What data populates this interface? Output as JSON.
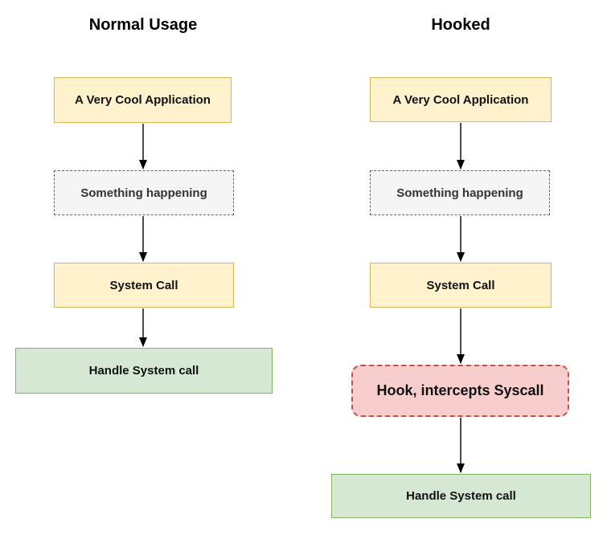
{
  "diagram": {
    "type": "flowchart-comparison",
    "background": "#ffffff",
    "columns": [
      {
        "title": "Normal Usage",
        "nodes": [
          {
            "label": "A Very Cool Application",
            "type": "process"
          },
          {
            "label": "Something happening",
            "type": "dashed"
          },
          {
            "label": "System Call",
            "type": "process"
          },
          {
            "label": "Handle System call",
            "type": "terminal"
          }
        ],
        "flow": [
          "A Very Cool Application -> Something happening",
          "Something happening -> System Call",
          "System Call -> Handle System call"
        ]
      },
      {
        "title": "Hooked",
        "nodes": [
          {
            "label": "A Very Cool Application",
            "type": "process"
          },
          {
            "label": "Something happening",
            "type": "dashed"
          },
          {
            "label": "System Call",
            "type": "process"
          },
          {
            "label": "Hook, intercepts Syscall",
            "type": "hook"
          },
          {
            "label": "Handle System call",
            "type": "terminal"
          }
        ],
        "flow": [
          "A Very Cool Application -> Something happening",
          "Something happening -> System Call",
          "System Call -> Hook, intercepts Syscall",
          "Hook, intercepts Syscall -> Handle System call"
        ]
      }
    ],
    "node_styles": {
      "process": {
        "fill": "#FFF2CC",
        "border": "#D6B656",
        "border_style": "solid"
      },
      "dashed": {
        "fill": "#F5F5F5",
        "border": "#666666",
        "border_style": "dashed"
      },
      "terminal": {
        "fill": "#D5E8D4",
        "border": "#82B366",
        "border_style": "solid"
      },
      "hook": {
        "fill": "#F8CECC",
        "border": "#B85450",
        "border_style": "dashed",
        "rounded": true
      }
    },
    "arrow_color": "#000000"
  }
}
